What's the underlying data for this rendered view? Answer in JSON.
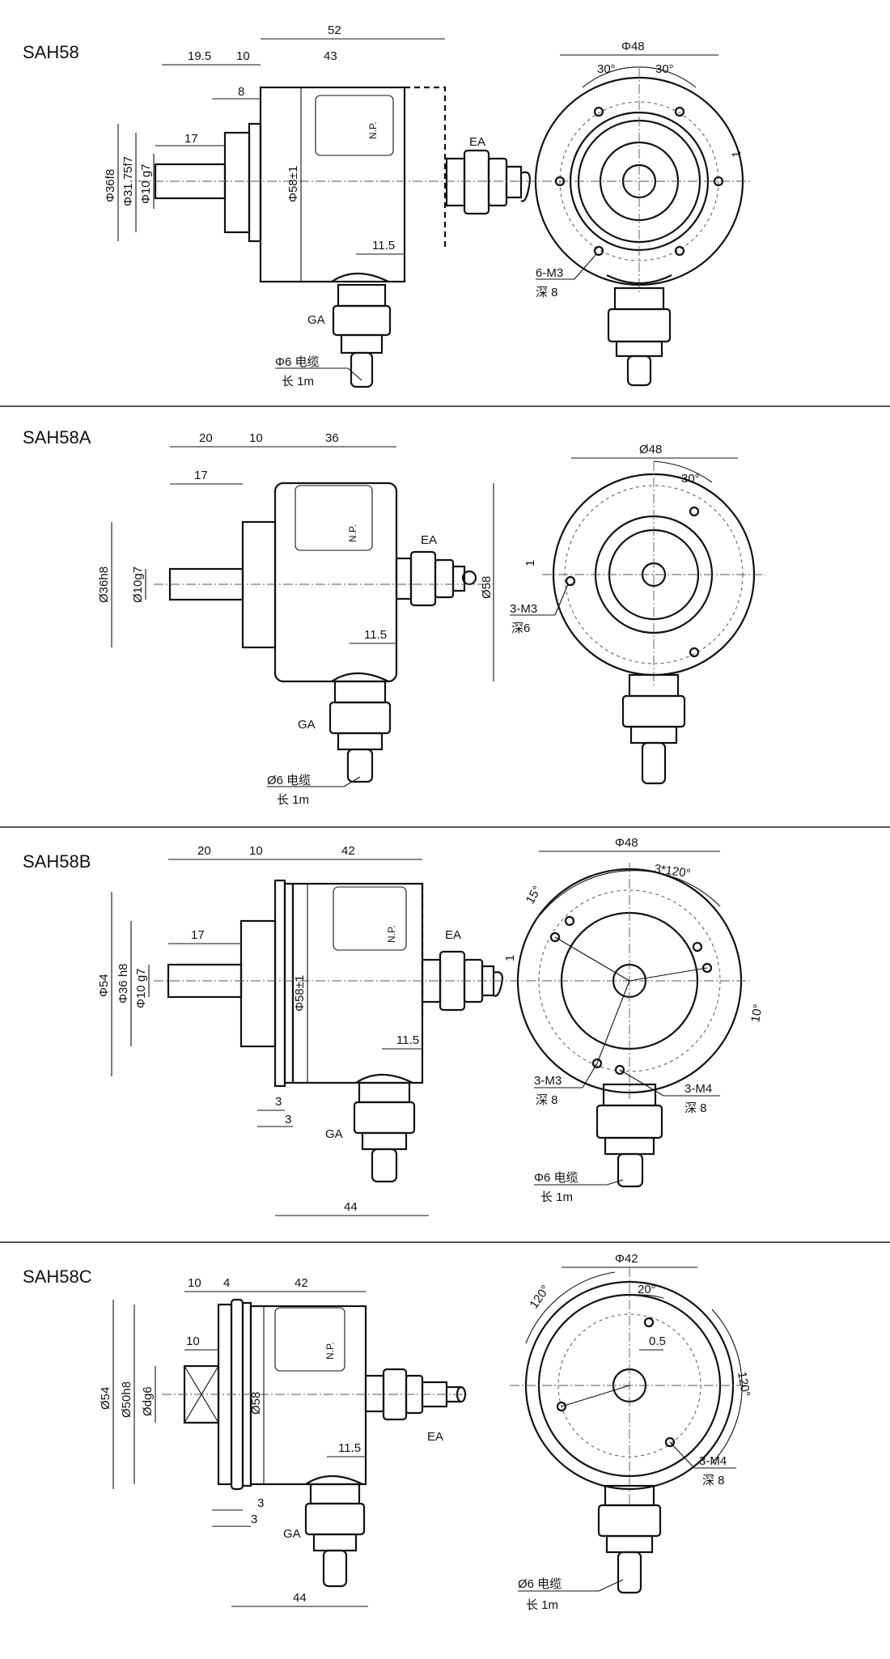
{
  "sections": [
    {
      "title": "SAH58",
      "side": {
        "dims": [
          "52",
          "19.5",
          "10",
          "43",
          "8",
          "17",
          "Φ36f8",
          "Φ31.75f7",
          "Φ10 g7",
          "Φ58±1",
          "11.5"
        ],
        "np": "N.P.",
        "ea": "EA",
        "ga": "GA",
        "cable_spec": "Φ6 电缆",
        "cable_length": "长  1m"
      },
      "front": {
        "dims": [
          "Φ48",
          "30°",
          "30°",
          "1"
        ],
        "thread": "6-M3",
        "depth": "深 8"
      }
    },
    {
      "title": "SAH58A",
      "side": {
        "dims": [
          "20",
          "10",
          "36",
          "17",
          "Ø36h8",
          "Ø10g7",
          "Ø58",
          "11.5"
        ],
        "np": "N.P.",
        "ea": "EA",
        "ga": "GA",
        "cable_spec": "Ø6 电缆",
        "cable_length": "长  1m"
      },
      "front": {
        "dims": [
          "Ø48",
          "30°",
          "1"
        ],
        "thread": "3-M3",
        "depth": "深6"
      }
    },
    {
      "title": "SAH58B",
      "side": {
        "dims": [
          "20",
          "10",
          "42",
          "17",
          "Φ54",
          "Φ36 h8",
          "Φ10 g7",
          "Φ58±1",
          "11.5",
          "3",
          "3",
          "44"
        ],
        "np": "N.P.",
        "ea": "EA",
        "ga": "GA",
        "cable_spec": "Φ6 电缆",
        "cable_length": "长  1m"
      },
      "front": {
        "dims": [
          "Φ48",
          "3*120°",
          "15°",
          "1",
          "10°"
        ],
        "thread": "3-M3",
        "depth": "深 8",
        "thread2": "3-M4",
        "depth2": "深 8"
      }
    },
    {
      "title": "SAH58C",
      "side": {
        "dims": [
          "10",
          "4",
          "42",
          "10",
          "Ø54",
          "Ø50h8",
          "Ødg6",
          "Ø58",
          "11.5",
          "3",
          "3",
          "44"
        ],
        "np": "N.P.",
        "ea": "EA",
        "ga": "GA"
      },
      "front": {
        "dims": [
          "Φ42",
          "120°",
          "20°",
          "0.5",
          "120°"
        ],
        "thread": "3-M4",
        "depth": "深  8",
        "cable_spec": "Ø6  电缆",
        "cable_length": "长  1m"
      }
    }
  ]
}
